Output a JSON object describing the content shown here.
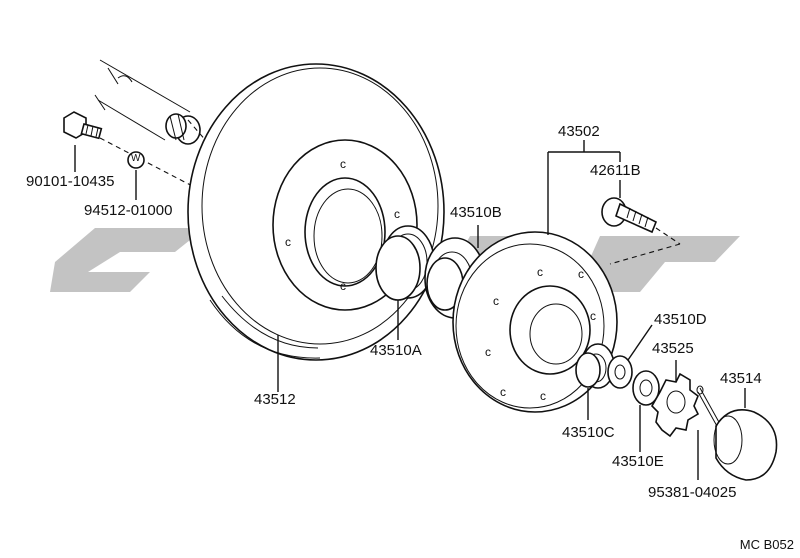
{
  "parts": [
    {
      "id": "bolt",
      "label": "90101-10435"
    },
    {
      "id": "washer",
      "label": "94512-01000"
    },
    {
      "id": "washer_mark",
      "label": "W"
    },
    {
      "id": "disc",
      "label": "43512"
    },
    {
      "id": "inner_seal",
      "label": "43510A"
    },
    {
      "id": "inner_bearing",
      "label": "43510B"
    },
    {
      "id": "hub_assy",
      "label": "43502"
    },
    {
      "id": "hub_bolt",
      "label": "42611B"
    },
    {
      "id": "outer_bearing",
      "label": "43510C"
    },
    {
      "id": "washer_d",
      "label": "43510D"
    },
    {
      "id": "nut",
      "label": "43510E"
    },
    {
      "id": "lock_cap",
      "label": "43525"
    },
    {
      "id": "grease_cap",
      "label": "43514"
    },
    {
      "id": "cotter_pin",
      "label": "95381-04025"
    }
  ],
  "diagram_code": "MC B052"
}
